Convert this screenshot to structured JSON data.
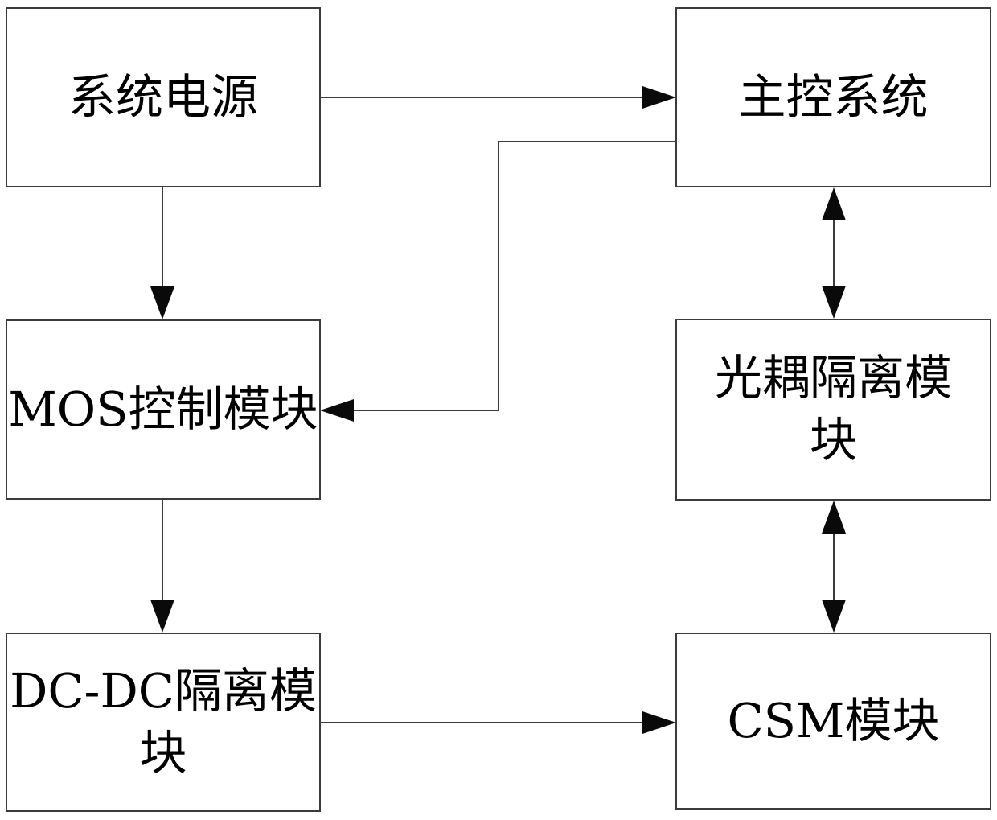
{
  "diagram": {
    "background_color": "#ffffff",
    "line_color": "#3b3b3b",
    "text_color": "#000000",
    "nodes": {
      "power": {
        "label": "系统电源",
        "lines": [
          "系统电源"
        ]
      },
      "main": {
        "label": "主控系统",
        "lines": [
          "主控系统"
        ]
      },
      "mos": {
        "label": "MOS控制模块",
        "lines": [
          "MOS控制模块"
        ]
      },
      "opto": {
        "label": "光耦隔离模块",
        "lines": [
          "光耦隔离模",
          "块"
        ]
      },
      "dcdc": {
        "label": "DC-DC隔离模块",
        "lines": [
          "DC-DC隔离模",
          "块"
        ]
      },
      "csm": {
        "label": "CSM模块",
        "lines": [
          "CSM模块"
        ]
      }
    },
    "edges": [
      {
        "from": "系统电源",
        "to": "主控系统",
        "type": "arrow",
        "route": "right"
      },
      {
        "from": "系统电源",
        "to": "MOS控制模块",
        "type": "arrow",
        "route": "down"
      },
      {
        "from": "主控系统",
        "to": "MOS控制模块",
        "type": "arrow",
        "route": "left-down-left"
      },
      {
        "from": "主控系统",
        "to": "光耦隔离模块",
        "type": "double-arrow",
        "route": "vertical"
      },
      {
        "from": "MOS控制模块",
        "to": "DC-DC隔离模块",
        "type": "arrow",
        "route": "down"
      },
      {
        "from": "光耦隔离模块",
        "to": "CSM模块",
        "type": "double-arrow",
        "route": "vertical"
      },
      {
        "from": "DC-DC隔离模块",
        "to": "CSM模块",
        "type": "arrow",
        "route": "right"
      }
    ]
  }
}
